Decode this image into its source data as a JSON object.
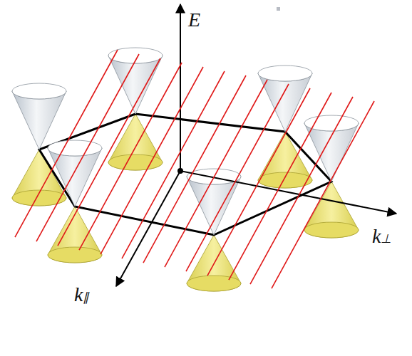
{
  "diagram": {
    "labels": [
      "E",
      "k⊥",
      "k∥"
    ]
  }
}
